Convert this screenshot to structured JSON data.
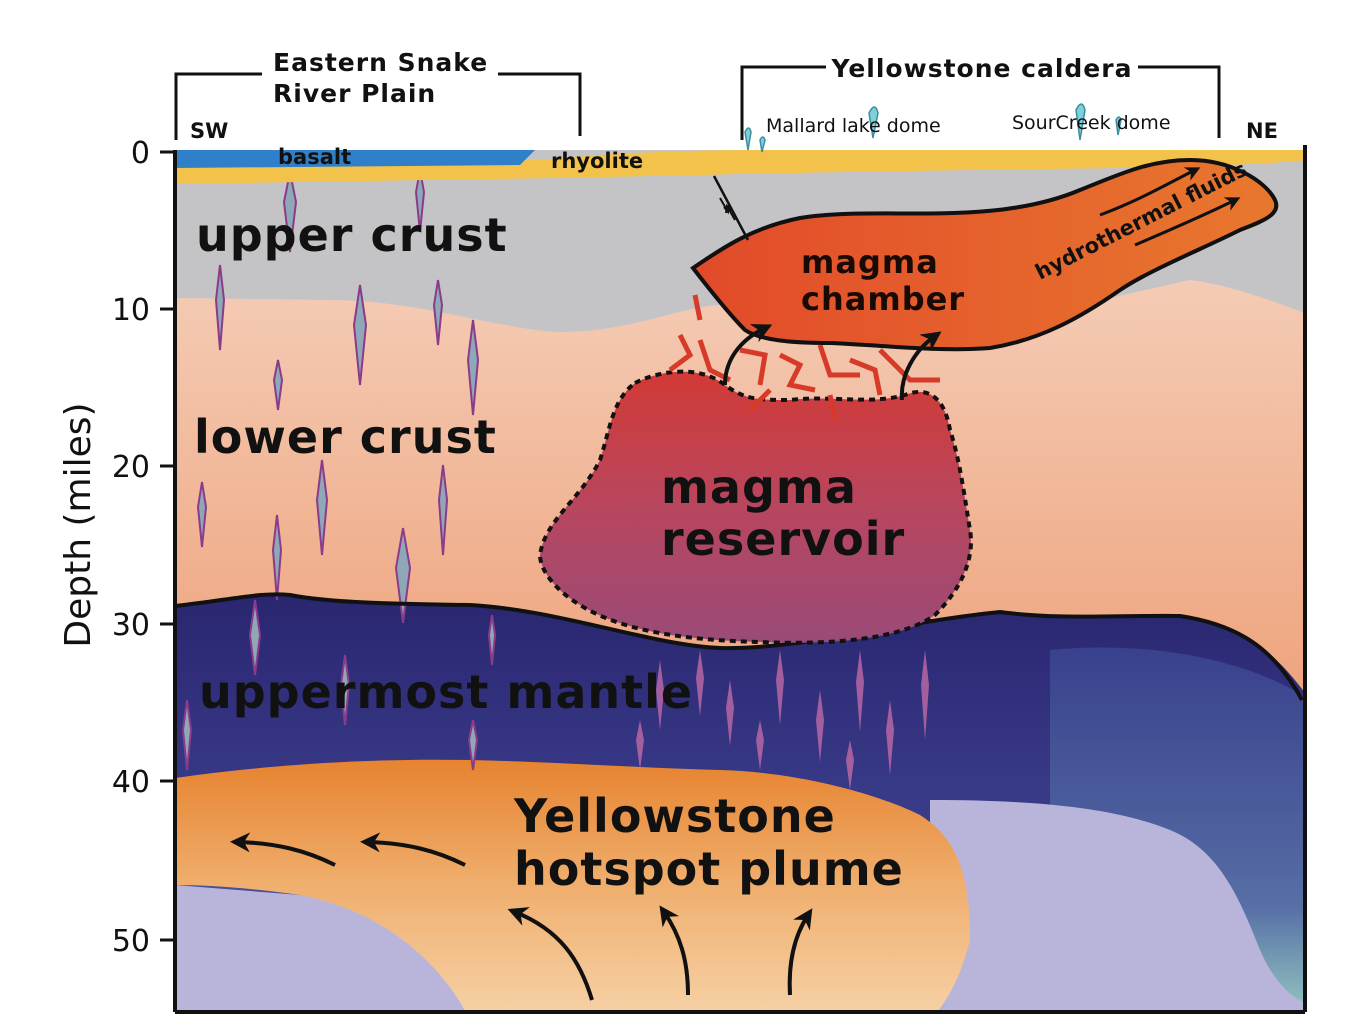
{
  "axis": {
    "label": "Depth (miles)",
    "ticks": [
      "0",
      "10",
      "20",
      "30",
      "40",
      "50"
    ]
  },
  "direction": {
    "left": "SW",
    "right": "NE"
  },
  "regions": {
    "eastern_snake_river_plain": [
      "Eastern Snake",
      "River Plain"
    ],
    "yellowstone_caldera": "Yellowstone caldera"
  },
  "surface": {
    "basalt": "basalt",
    "rhyolite": "rhyolite",
    "mallard_lake_dome": "Mallard lake dome",
    "sour_creek_dome": "SourCreek dome"
  },
  "layers": {
    "upper_crust": "upper crust",
    "lower_crust": "lower crust",
    "uppermost_mantle": "uppermost mantle"
  },
  "bodies": {
    "magma_chamber": [
      "magma",
      "chamber"
    ],
    "magma_reservoir": [
      "magma",
      "reservoir"
    ],
    "hydrothermal_fluids": "hydrothermal fluids",
    "hotspot_plume": [
      "Yellowstone",
      "hotspot plume"
    ]
  },
  "colors": {
    "upper_crust": "#c4c4c6",
    "lower_crust": "#efc1a8",
    "mantle": "#2e2a78",
    "plume": "#e8893a",
    "magma_chamber": "#e0502a",
    "magma_reservoir": "#b84860",
    "basalt": "#2f80c8",
    "rhyolite": "#f2c24a"
  }
}
